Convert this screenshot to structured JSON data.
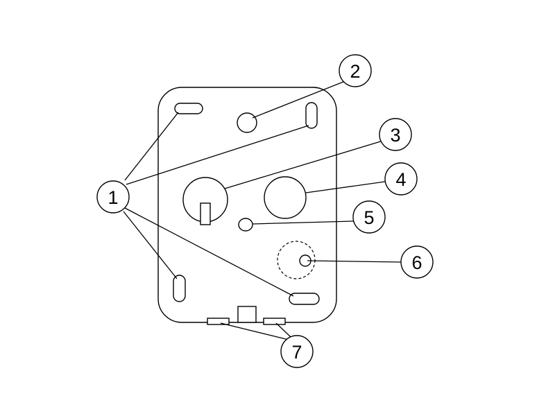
{
  "callouts": [
    {
      "id": "1",
      "label": "1",
      "part": "mounting-slots"
    },
    {
      "id": "2",
      "label": "2",
      "part": "small-hole-top"
    },
    {
      "id": "3",
      "label": "3",
      "part": "keyhole-opening"
    },
    {
      "id": "4",
      "label": "4",
      "part": "large-round-opening"
    },
    {
      "id": "5",
      "label": "5",
      "part": "small-hole-center"
    },
    {
      "id": "6",
      "label": "6",
      "part": "knockout-hole"
    },
    {
      "id": "7",
      "label": "7",
      "part": "bottom-tabs"
    }
  ],
  "colors": {
    "stroke": "#000000",
    "background": "#ffffff"
  }
}
